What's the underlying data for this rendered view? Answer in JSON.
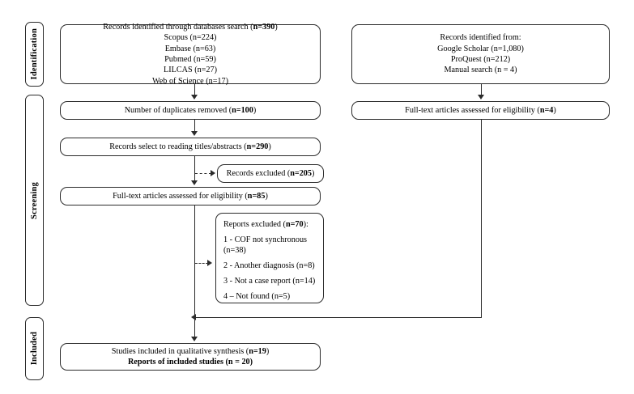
{
  "diagram": {
    "type": "prisma-flow-diagram",
    "title": "PRISMA flow diagram",
    "colors": {
      "stroke": "#2b2b2b",
      "background": "#ffffff",
      "text": "#000000"
    }
  },
  "stages": [
    {
      "id": "identification",
      "label": "Identification"
    },
    {
      "id": "screening",
      "label": "Screening"
    },
    {
      "id": "included",
      "label": "Included"
    }
  ],
  "nodes": {
    "databases_search": {
      "lines": [
        {
          "text": "Records identified through databases search (",
          "bold": "n=390",
          "tail": ")"
        },
        {
          "text": "Scopus (n=224)"
        },
        {
          "text": "Embase (n=63)"
        },
        {
          "text": "Pubmed (n=59)"
        },
        {
          "text": "LILCAS (n=27)"
        },
        {
          "text": "Web of Science (n=17)"
        }
      ]
    },
    "other_sources": {
      "lines": [
        {
          "text": "Records identified from:"
        },
        {
          "text": "Google Scholar (n=1,080)"
        },
        {
          "text": "ProQuest (n=212)"
        },
        {
          "text": "Manual search (n = 4)"
        }
      ]
    },
    "duplicates_removed": {
      "lines": [
        {
          "text": "Number of duplicates removed (",
          "bold": "n=100",
          "tail": ")"
        }
      ]
    },
    "other_fulltext": {
      "lines": [
        {
          "text": "Full-text articles assessed for eligibility (",
          "bold": "n=4",
          "tail": ")"
        }
      ]
    },
    "records_selected": {
      "lines": [
        {
          "text": "Records select to reading titles/abstracts (",
          "bold": "n=290",
          "tail": ")"
        }
      ]
    },
    "records_excluded": {
      "lines": [
        {
          "text": "Records excluded (",
          "bold": "n=205",
          "tail": ")"
        }
      ]
    },
    "fulltext_assessed": {
      "lines": [
        {
          "text": "Full-text articles assessed for eligibility (",
          "bold": "n=85",
          "tail": ")"
        }
      ]
    },
    "reports_excluded": {
      "lines": [
        {
          "text": "Reports excluded (",
          "bold": "n=70",
          "tail": "):"
        },
        {
          "text": "1 - COF not synchronous (n=38)"
        },
        {
          "text": "2 - Another diagnosis (n=8)"
        },
        {
          "text": "3 - Not a case report (n=14)"
        },
        {
          "text": "4 – Not found (n=5)"
        }
      ]
    },
    "studies_included": {
      "lines": [
        {
          "text": "Studies included in qualitative synthesis (",
          "bold": "n=19",
          "tail": ")"
        },
        {
          "bold": "Reports of included studies (n = 20)"
        }
      ]
    }
  }
}
